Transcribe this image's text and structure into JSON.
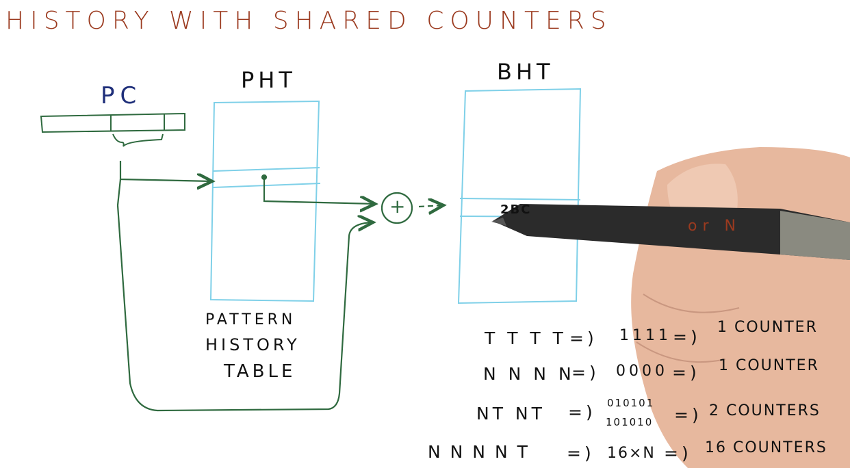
{
  "title": "HISTORY WITH SHARED COUNTERS",
  "labels": {
    "pc": "PC",
    "pht": "PHT",
    "bht": "BHT",
    "counter_cell": "2BC",
    "pht_caption": [
      "PATTERN",
      "HISTORY",
      "TABLE"
    ],
    "partial_text": "or N",
    "plus": "+"
  },
  "rows": [
    {
      "pattern": "T T T T",
      "history": "1111",
      "result": "1 COUNTER"
    },
    {
      "pattern": "N N N N",
      "history": "0000",
      "result": "1 COUNTER"
    },
    {
      "pattern": "NT NT",
      "history": [
        "010101",
        "101010"
      ],
      "result": "2 COUNTERS"
    },
    {
      "pattern": "N N N N T",
      "history": "16×N",
      "result": "16 COUNTERS"
    }
  ],
  "arrow_symbol": "=)",
  "colors": {
    "title": "#9b3a1f",
    "pc": "#1f2f7a",
    "arrows": "#2f6a3f",
    "tables": "#7fd0e8",
    "ink": "#111111",
    "hand": "#e7b89e",
    "pen": "#2b2b2b"
  }
}
